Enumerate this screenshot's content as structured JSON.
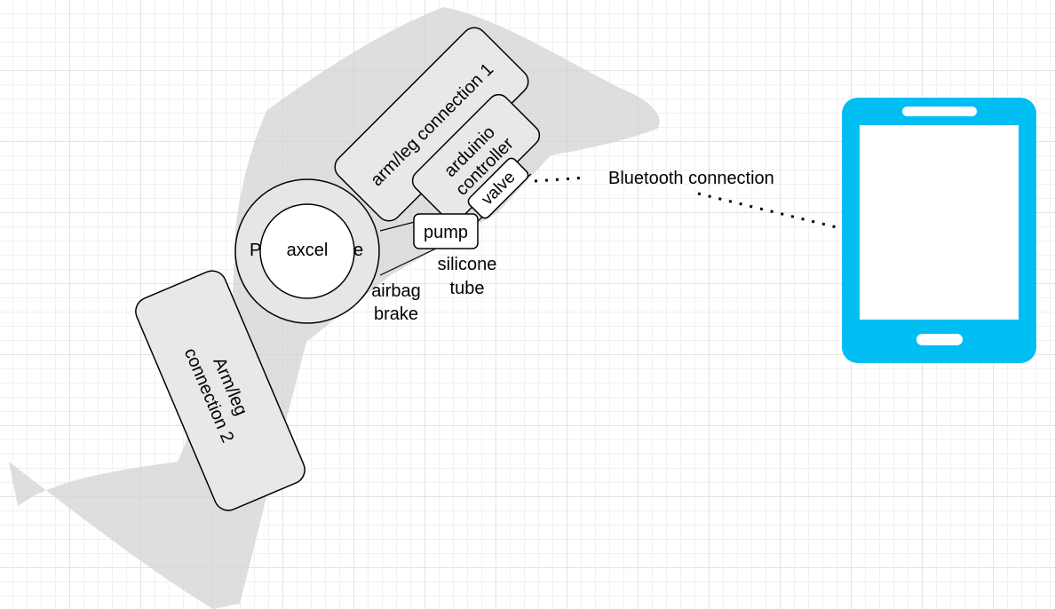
{
  "diagram": {
    "arm_connection_1": "arm/leg connection 1",
    "arm_connection_2_line1": "Arm/leg",
    "arm_connection_2_line2": "connection 2",
    "controller_line1": "arduinio",
    "controller_line2": "controller",
    "valve": "valve",
    "pump": "pump",
    "axcel": "axcel",
    "ring_left": "P",
    "ring_right": "e",
    "airbag_line1": "airbag",
    "airbag_line2": "brake",
    "tube_line1": "silicone",
    "tube_line2": "tube",
    "bluetooth": "Bluetooth connection"
  },
  "colors": {
    "phone": "#00bef2",
    "shadow": "#d3d3d3",
    "box_fill": "#e8e8e8",
    "ring_fill": "#e6e6e6",
    "stroke": "#000000"
  },
  "icons": {
    "phone": "smartphone-icon"
  }
}
